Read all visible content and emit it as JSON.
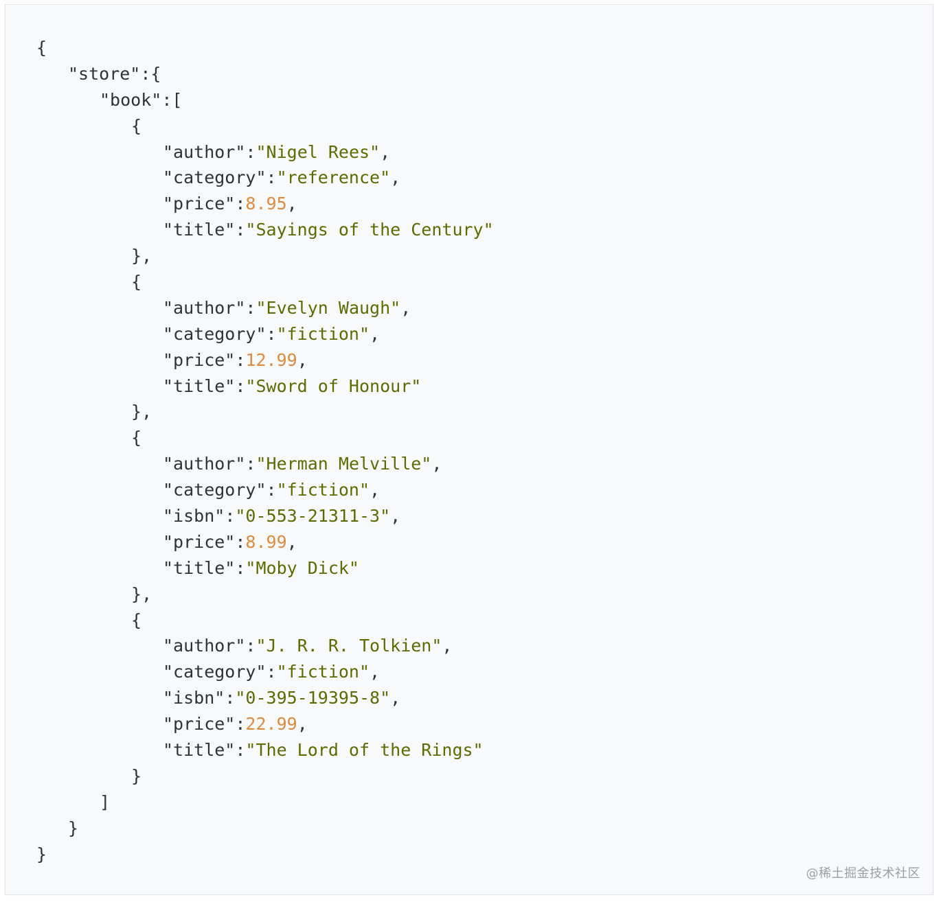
{
  "code": {
    "lines": [
      {
        "indent": 0,
        "tokens": [
          {
            "t": "punct",
            "v": "{"
          }
        ]
      },
      {
        "indent": 1,
        "tokens": [
          {
            "t": "key",
            "v": "\"store\""
          },
          {
            "t": "punct",
            "v": ":{"
          }
        ]
      },
      {
        "indent": 2,
        "tokens": [
          {
            "t": "key",
            "v": "\"book\""
          },
          {
            "t": "punct",
            "v": ":["
          }
        ]
      },
      {
        "indent": 3,
        "tokens": [
          {
            "t": "punct",
            "v": "{"
          }
        ]
      },
      {
        "indent": 4,
        "tokens": [
          {
            "t": "key",
            "v": "\"author\""
          },
          {
            "t": "punct",
            "v": ":"
          },
          {
            "t": "str",
            "v": "\"Nigel Rees\""
          },
          {
            "t": "punct",
            "v": ","
          }
        ]
      },
      {
        "indent": 4,
        "tokens": [
          {
            "t": "key",
            "v": "\"category\""
          },
          {
            "t": "punct",
            "v": ":"
          },
          {
            "t": "str",
            "v": "\"reference\""
          },
          {
            "t": "punct",
            "v": ","
          }
        ]
      },
      {
        "indent": 4,
        "tokens": [
          {
            "t": "key",
            "v": "\"price\""
          },
          {
            "t": "punct",
            "v": ":"
          },
          {
            "t": "num",
            "v": "8.95"
          },
          {
            "t": "punct",
            "v": ","
          }
        ]
      },
      {
        "indent": 4,
        "tokens": [
          {
            "t": "key",
            "v": "\"title\""
          },
          {
            "t": "punct",
            "v": ":"
          },
          {
            "t": "str",
            "v": "\"Sayings of the Century\""
          }
        ]
      },
      {
        "indent": 3,
        "tokens": [
          {
            "t": "punct",
            "v": "},"
          }
        ]
      },
      {
        "indent": 3,
        "tokens": [
          {
            "t": "punct",
            "v": "{"
          }
        ]
      },
      {
        "indent": 4,
        "tokens": [
          {
            "t": "key",
            "v": "\"author\""
          },
          {
            "t": "punct",
            "v": ":"
          },
          {
            "t": "str",
            "v": "\"Evelyn Waugh\""
          },
          {
            "t": "punct",
            "v": ","
          }
        ]
      },
      {
        "indent": 4,
        "tokens": [
          {
            "t": "key",
            "v": "\"category\""
          },
          {
            "t": "punct",
            "v": ":"
          },
          {
            "t": "str",
            "v": "\"fiction\""
          },
          {
            "t": "punct",
            "v": ","
          }
        ]
      },
      {
        "indent": 4,
        "tokens": [
          {
            "t": "key",
            "v": "\"price\""
          },
          {
            "t": "punct",
            "v": ":"
          },
          {
            "t": "num",
            "v": "12.99"
          },
          {
            "t": "punct",
            "v": ","
          }
        ]
      },
      {
        "indent": 4,
        "tokens": [
          {
            "t": "key",
            "v": "\"title\""
          },
          {
            "t": "punct",
            "v": ":"
          },
          {
            "t": "str",
            "v": "\"Sword of Honour\""
          }
        ]
      },
      {
        "indent": 3,
        "tokens": [
          {
            "t": "punct",
            "v": "},"
          }
        ]
      },
      {
        "indent": 3,
        "tokens": [
          {
            "t": "punct",
            "v": "{"
          }
        ]
      },
      {
        "indent": 4,
        "tokens": [
          {
            "t": "key",
            "v": "\"author\""
          },
          {
            "t": "punct",
            "v": ":"
          },
          {
            "t": "str",
            "v": "\"Herman Melville\""
          },
          {
            "t": "punct",
            "v": ","
          }
        ]
      },
      {
        "indent": 4,
        "tokens": [
          {
            "t": "key",
            "v": "\"category\""
          },
          {
            "t": "punct",
            "v": ":"
          },
          {
            "t": "str",
            "v": "\"fiction\""
          },
          {
            "t": "punct",
            "v": ","
          }
        ]
      },
      {
        "indent": 4,
        "tokens": [
          {
            "t": "key",
            "v": "\"isbn\""
          },
          {
            "t": "punct",
            "v": ":"
          },
          {
            "t": "str",
            "v": "\"0-553-21311-3\""
          },
          {
            "t": "punct",
            "v": ","
          }
        ]
      },
      {
        "indent": 4,
        "tokens": [
          {
            "t": "key",
            "v": "\"price\""
          },
          {
            "t": "punct",
            "v": ":"
          },
          {
            "t": "num",
            "v": "8.99"
          },
          {
            "t": "punct",
            "v": ","
          }
        ]
      },
      {
        "indent": 4,
        "tokens": [
          {
            "t": "key",
            "v": "\"title\""
          },
          {
            "t": "punct",
            "v": ":"
          },
          {
            "t": "str",
            "v": "\"Moby Dick\""
          }
        ]
      },
      {
        "indent": 3,
        "tokens": [
          {
            "t": "punct",
            "v": "},"
          }
        ]
      },
      {
        "indent": 3,
        "tokens": [
          {
            "t": "punct",
            "v": "{"
          }
        ]
      },
      {
        "indent": 4,
        "tokens": [
          {
            "t": "key",
            "v": "\"author\""
          },
          {
            "t": "punct",
            "v": ":"
          },
          {
            "t": "str",
            "v": "\"J. R. R. Tolkien\""
          },
          {
            "t": "punct",
            "v": ","
          }
        ]
      },
      {
        "indent": 4,
        "tokens": [
          {
            "t": "key",
            "v": "\"category\""
          },
          {
            "t": "punct",
            "v": ":"
          },
          {
            "t": "str",
            "v": "\"fiction\""
          },
          {
            "t": "punct",
            "v": ","
          }
        ]
      },
      {
        "indent": 4,
        "tokens": [
          {
            "t": "key",
            "v": "\"isbn\""
          },
          {
            "t": "punct",
            "v": ":"
          },
          {
            "t": "str",
            "v": "\"0-395-19395-8\""
          },
          {
            "t": "punct",
            "v": ","
          }
        ]
      },
      {
        "indent": 4,
        "tokens": [
          {
            "t": "key",
            "v": "\"price\""
          },
          {
            "t": "punct",
            "v": ":"
          },
          {
            "t": "num",
            "v": "22.99"
          },
          {
            "t": "punct",
            "v": ","
          }
        ]
      },
      {
        "indent": 4,
        "tokens": [
          {
            "t": "key",
            "v": "\"title\""
          },
          {
            "t": "punct",
            "v": ":"
          },
          {
            "t": "str",
            "v": "\"The Lord of the Rings\""
          }
        ]
      },
      {
        "indent": 3,
        "tokens": [
          {
            "t": "punct",
            "v": "}"
          }
        ]
      },
      {
        "indent": 2,
        "tokens": [
          {
            "t": "punct",
            "v": "]"
          }
        ]
      },
      {
        "indent": 1,
        "tokens": [
          {
            "t": "punct",
            "v": "}"
          }
        ]
      },
      {
        "indent": 0,
        "tokens": [
          {
            "t": "punct",
            "v": "}"
          }
        ]
      }
    ]
  },
  "watermark": "@稀土掘金技术社区",
  "colors": {
    "background": "#f8f9fb",
    "text": "#2f3337",
    "string": "#5d6b00",
    "number": "#e08a3c",
    "watermark": "#9aa0a6"
  }
}
